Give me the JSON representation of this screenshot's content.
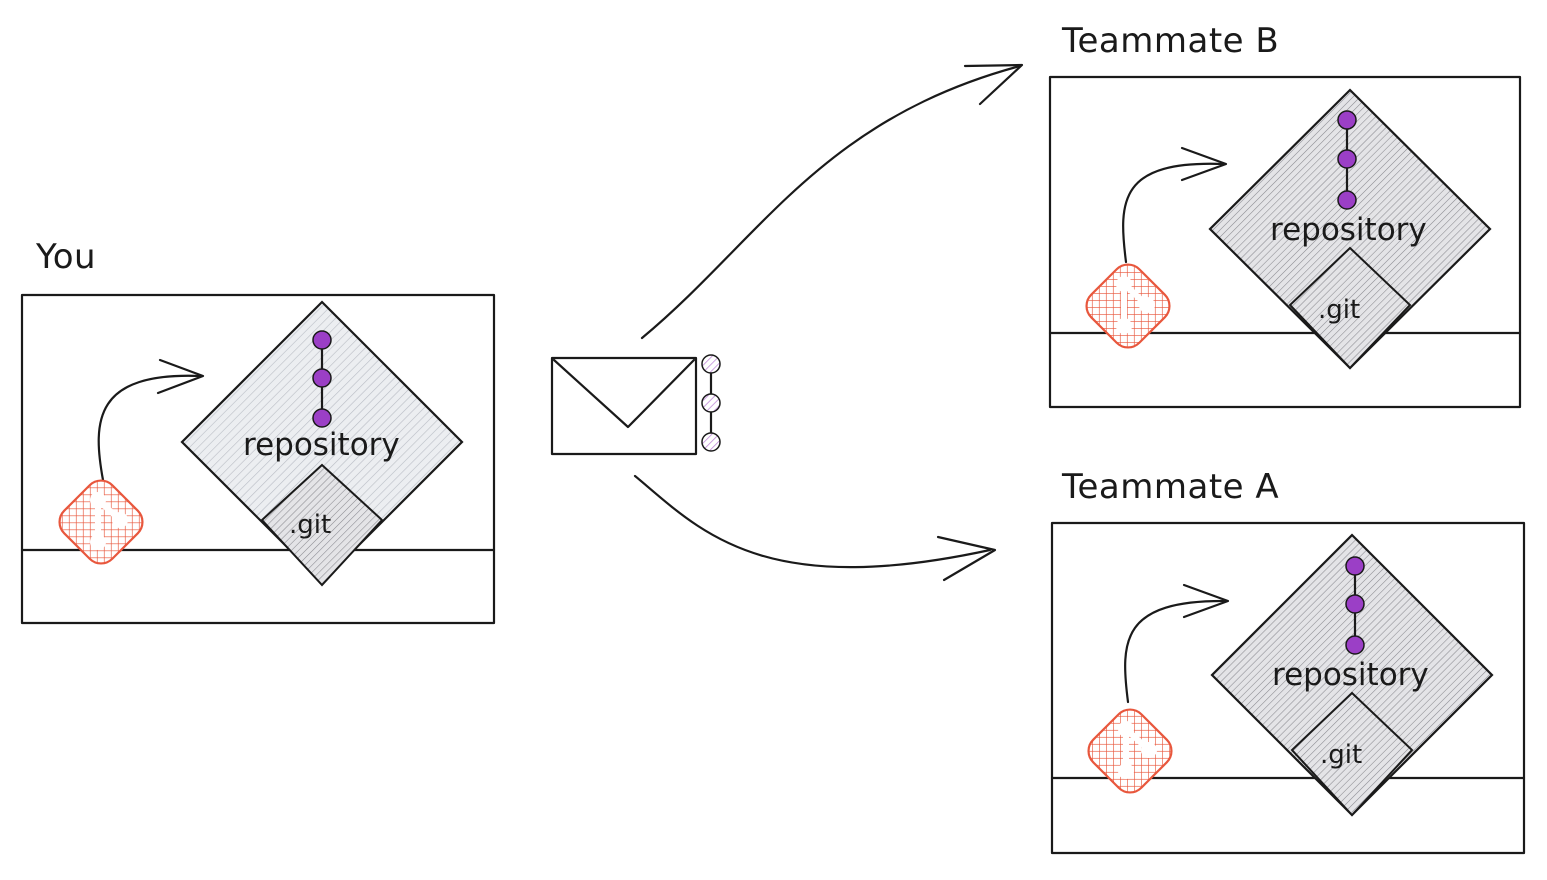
{
  "title_you": "You",
  "title_teammate_b": "Teammate B",
  "title_teammate_a": "Teammate A",
  "repo_label": "repository",
  "git_label": ".git",
  "colors": {
    "ink": "#1a1a1a",
    "commit": "#9b3fc6",
    "git_logo": "#e8573d",
    "diamond_fill_light": "#e9eaed",
    "diamond_fill_dark": "#d9d9dc",
    "envelope_commit": "#c08ad8"
  },
  "icons": {
    "git_logo": "git-logo-icon",
    "envelope": "envelope-icon",
    "commit": "commit-icon"
  }
}
